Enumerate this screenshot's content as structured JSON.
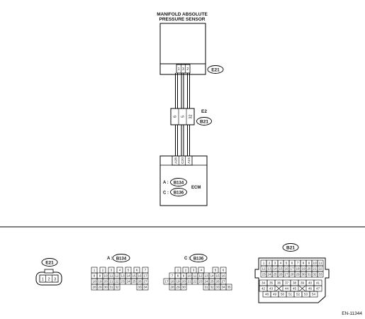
{
  "sensor": {
    "title_line1": "MANIFOLD ABSOLUTE",
    "title_line2": "PRESSURE SENSOR",
    "pins": [
      "1",
      "3",
      "2"
    ],
    "connector_tag": "E21"
  },
  "intermediate": {
    "pins": [
      "6",
      "5",
      "32"
    ],
    "tags": [
      "E2",
      "B21"
    ]
  },
  "ecm": {
    "label": "ECM",
    "pins": [
      "A28",
      "C20",
      "A15"
    ],
    "legend": [
      {
        "prefix": "A :",
        "connector": "B134"
      },
      {
        "prefix": "C :",
        "connector": "B136"
      }
    ]
  },
  "connectors": {
    "e21": {
      "tag": "E21",
      "pins": [
        "1",
        "2",
        "3"
      ]
    },
    "b134": {
      "prefix": "A :",
      "tag": "B134",
      "rows": [
        [
          "1",
          "2",
          "3",
          "4",
          "5",
          "6",
          "7"
        ],
        [
          "8",
          "9",
          "10",
          "11",
          "12",
          "13",
          "14",
          "15",
          "16",
          "17"
        ],
        [
          "18",
          "19",
          "20",
          "21",
          "22",
          "23",
          "24",
          "25",
          "26",
          "27"
        ],
        [
          "28",
          "29",
          "30",
          "31",
          "32",
          "33",
          "34"
        ]
      ]
    },
    "b136": {
      "prefix": "C :",
      "tag": "B136",
      "rows": [
        [
          "1",
          "2",
          "3",
          "4",
          "5",
          "6"
        ],
        [
          "7",
          "8",
          "9",
          "10",
          "11",
          "12",
          "13",
          "14",
          "15",
          "16"
        ],
        [
          "17",
          "18",
          "19",
          "20",
          "21",
          "22",
          "23",
          "24",
          "25",
          "26",
          "27"
        ],
        [
          "28",
          "29",
          "30",
          "31",
          "32",
          "33",
          "34",
          "35"
        ]
      ]
    },
    "b21": {
      "tag": "B21",
      "rows": [
        [
          "1",
          "2",
          "3",
          "4",
          "5",
          "6",
          "7",
          "8",
          "9",
          "10",
          "11"
        ],
        [
          "12",
          "13",
          "14",
          "15",
          "16",
          "17",
          "18",
          "19",
          "20",
          "21",
          "22"
        ],
        [
          "23",
          "24",
          "25",
          "26",
          "27",
          "28",
          "29",
          "30",
          "31",
          "32",
          "33"
        ],
        [
          "34",
          "35",
          "36",
          "37",
          "38",
          "39",
          "40",
          "41"
        ],
        [
          "42",
          "43",
          "44",
          "45",
          "46",
          "47"
        ],
        [
          "48",
          "49",
          "50",
          "51",
          "52",
          "53",
          "54"
        ]
      ]
    }
  },
  "footer": {
    "code": "EN-11344"
  }
}
